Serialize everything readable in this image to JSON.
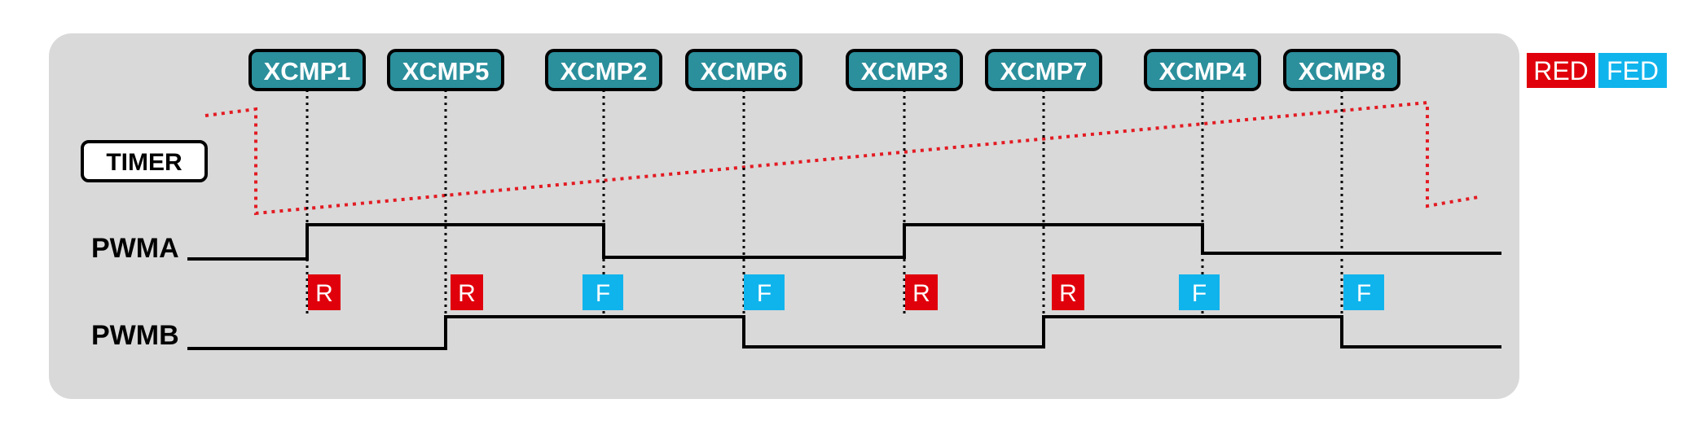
{
  "diagram": {
    "timer_label": "TIMER",
    "signals": [
      {
        "name": "PWMA"
      },
      {
        "name": "PWMB"
      }
    ],
    "compares": [
      "XCMP1",
      "XCMP5",
      "XCMP2",
      "XCMP6",
      "XCMP3",
      "XCMP7",
      "XCMP4",
      "XCMP8"
    ],
    "edge_markers": [
      {
        "text": "R",
        "type": "red"
      },
      {
        "text": "R",
        "type": "red"
      },
      {
        "text": "F",
        "type": "fed"
      },
      {
        "text": "F",
        "type": "fed"
      },
      {
        "text": "R",
        "type": "red"
      },
      {
        "text": "R",
        "type": "red"
      },
      {
        "text": "F",
        "type": "fed"
      },
      {
        "text": "F",
        "type": "fed"
      }
    ],
    "legend": [
      {
        "text": "RED",
        "type": "red"
      },
      {
        "text": "FED",
        "type": "fed"
      }
    ]
  },
  "colors": {
    "panel": "#d9d9d9",
    "teal": "#2b8f9c",
    "red": "#e0000c",
    "fed": "#10b4ec",
    "timer": "#e31b23",
    "line": "#000000"
  }
}
